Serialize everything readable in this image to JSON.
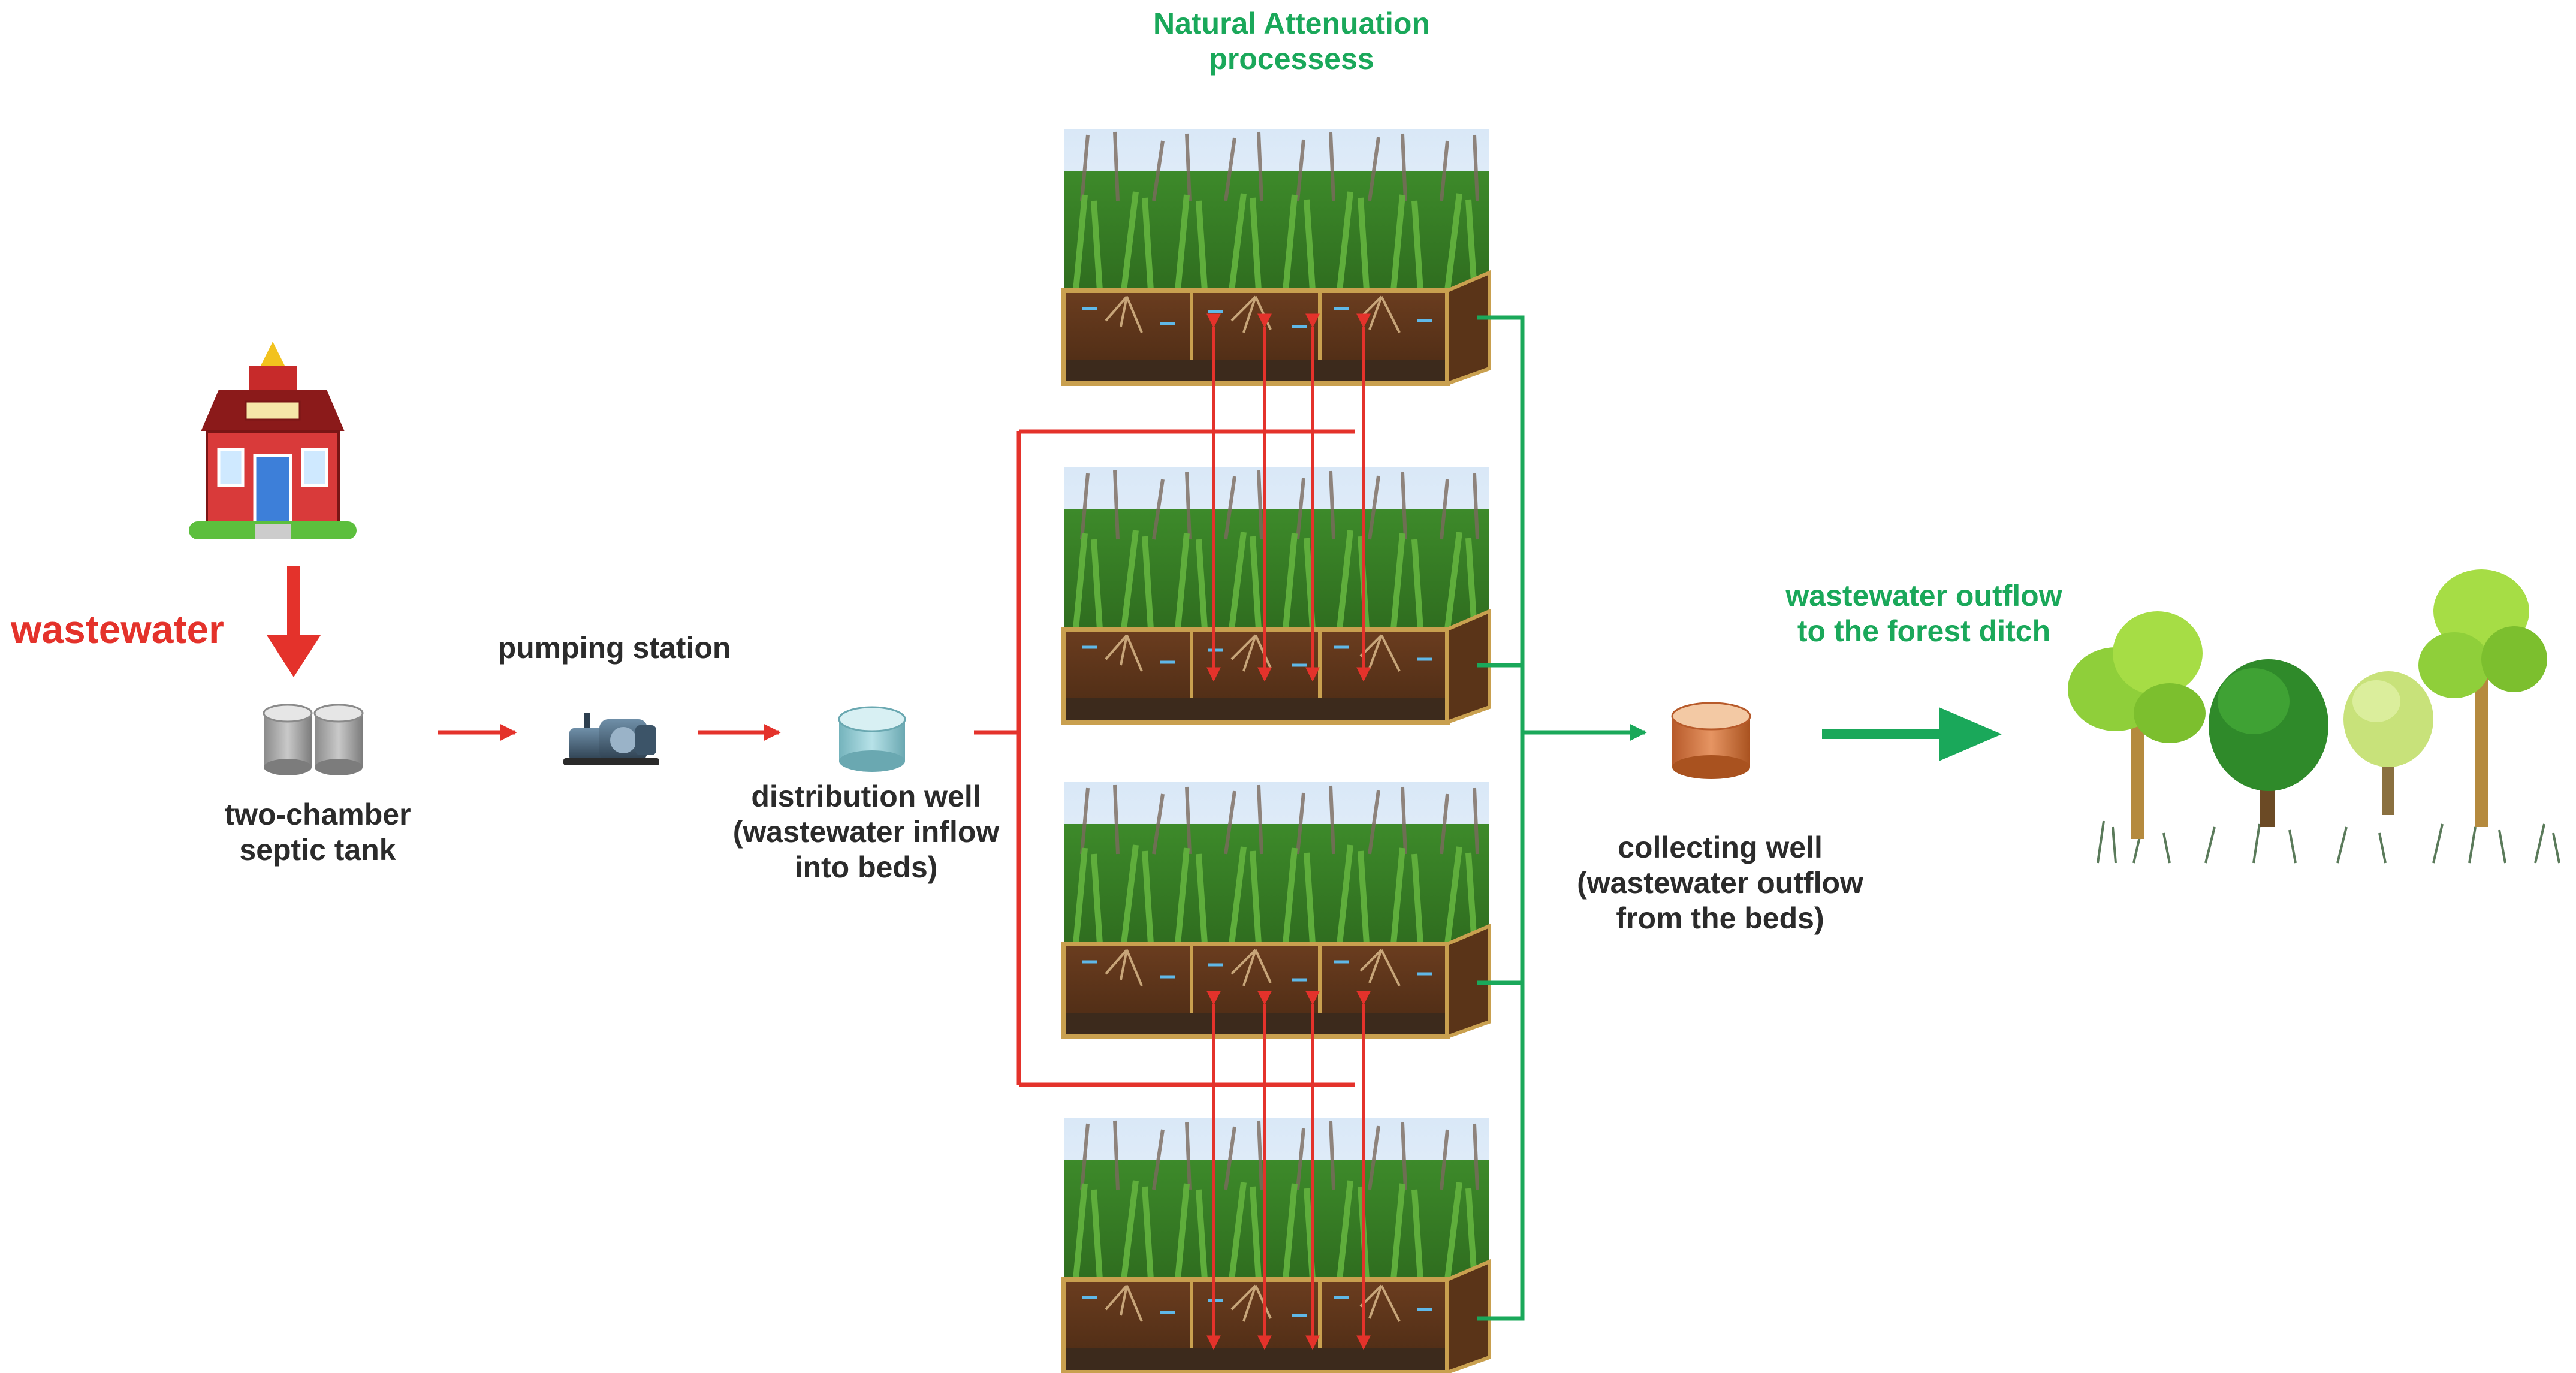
{
  "colors": {
    "flow_red": "#e4322b",
    "flow_green": "#1aa85a",
    "label_dark": "#2b2b2b"
  },
  "labels": {
    "natural_attenuation": [
      "Natural Attenuation",
      "processess"
    ],
    "wastewater": "wastewater",
    "pumping_station": "pumping station",
    "septic_tank": [
      "two-chamber",
      "septic tank"
    ],
    "distribution_well": [
      "distribution well",
      "(wastewater inflow",
      "into beds)"
    ],
    "collecting_well": [
      "collecting well",
      "(wastewater outflow",
      "from the beds)"
    ],
    "outflow": [
      "wastewater outflow",
      "to the forest ditch"
    ]
  },
  "icons": {
    "school": "school-building-icon",
    "septic_tank": "two-chamber-tank-icon",
    "pump": "pump-motor-icon",
    "distribution_well": "cylinder-well-icon",
    "collecting_well": "cylinder-well-icon",
    "reed_bed": "reed-bed-icon",
    "forest": "trees-icon"
  },
  "reed_beds": {
    "count": 4
  }
}
